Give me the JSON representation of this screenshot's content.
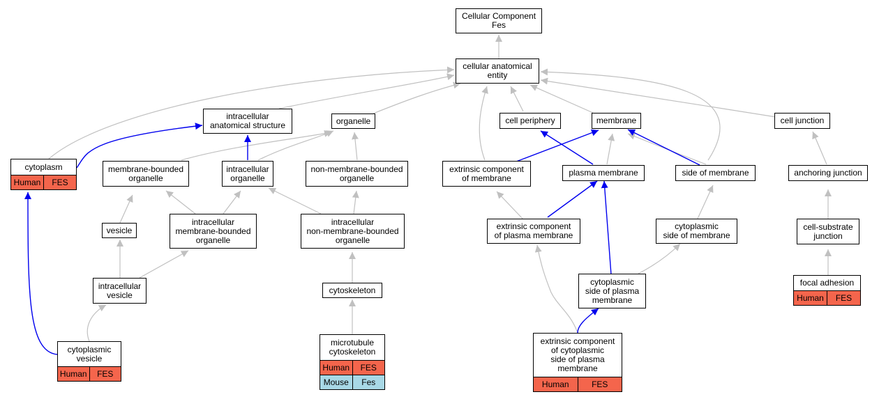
{
  "colors": {
    "human": "#f4654c",
    "mouse": "#a8d8e6",
    "edge_gray": "#c0c0c0",
    "edge_blue": "#0000ee"
  },
  "nodes": {
    "cellular_component": {
      "label": "Cellular Component\nFes"
    },
    "cellular_anatomical_entity": {
      "label": "cellular anatomical\nentity"
    },
    "intracellular_anatomical_structure": {
      "label": "intracellular\nanatomical structure"
    },
    "organelle": {
      "label": "organelle"
    },
    "cell_periphery": {
      "label": "cell periphery"
    },
    "membrane": {
      "label": "membrane"
    },
    "cell_junction": {
      "label": "cell junction"
    },
    "cytoplasm": {
      "label": "cytoplasm",
      "rows": [
        [
          "Human",
          "FES"
        ]
      ]
    },
    "membrane_bounded_organelle": {
      "label": "membrane-bounded\norganelle"
    },
    "intracellular_organelle": {
      "label": "intracellular\norganelle"
    },
    "non_membrane_bounded_organelle": {
      "label": "non-membrane-bounded\norganelle"
    },
    "extrinsic_component_of_membrane": {
      "label": "extrinsic component\nof membrane"
    },
    "plasma_membrane": {
      "label": "plasma membrane"
    },
    "side_of_membrane": {
      "label": "side of membrane"
    },
    "anchoring_junction": {
      "label": "anchoring junction"
    },
    "vesicle": {
      "label": "vesicle"
    },
    "intracellular_membrane_bounded_organelle": {
      "label": "intracellular\nmembrane-bounded\norganelle"
    },
    "intracellular_non_membrane_bounded_organelle": {
      "label": "intracellular\nnon-membrane-bounded\norganelle"
    },
    "extrinsic_component_of_plasma_membrane": {
      "label": "extrinsic component\nof plasma membrane"
    },
    "cytoplasmic_side_of_membrane": {
      "label": "cytoplasmic\nside of membrane"
    },
    "cell_substrate_junction": {
      "label": "cell-substrate\njunction"
    },
    "intracellular_vesicle": {
      "label": "intracellular\nvesicle"
    },
    "cytoskeleton": {
      "label": "cytoskeleton"
    },
    "cytoplasmic_side_of_plasma_membrane": {
      "label": "cytoplasmic\nside of plasma\nmembrane"
    },
    "focal_adhesion": {
      "label": "focal adhesion",
      "rows": [
        [
          "Human",
          "FES"
        ]
      ]
    },
    "cytoplasmic_vesicle": {
      "label": "cytoplasmic\nvesicle",
      "rows": [
        [
          "Human",
          "FES"
        ]
      ]
    },
    "microtubule_cytoskeleton": {
      "label": "microtubule\ncytoskeleton",
      "rows": [
        [
          "Human",
          "FES"
        ],
        [
          "Mouse",
          "Fes"
        ]
      ]
    },
    "extrinsic_component_of_cytoplasmic_side_of_plasma_membrane": {
      "label": "extrinsic component\nof cytoplasmic\nside of plasma\nmembrane",
      "rows": [
        [
          "Human",
          "FES"
        ]
      ]
    }
  }
}
